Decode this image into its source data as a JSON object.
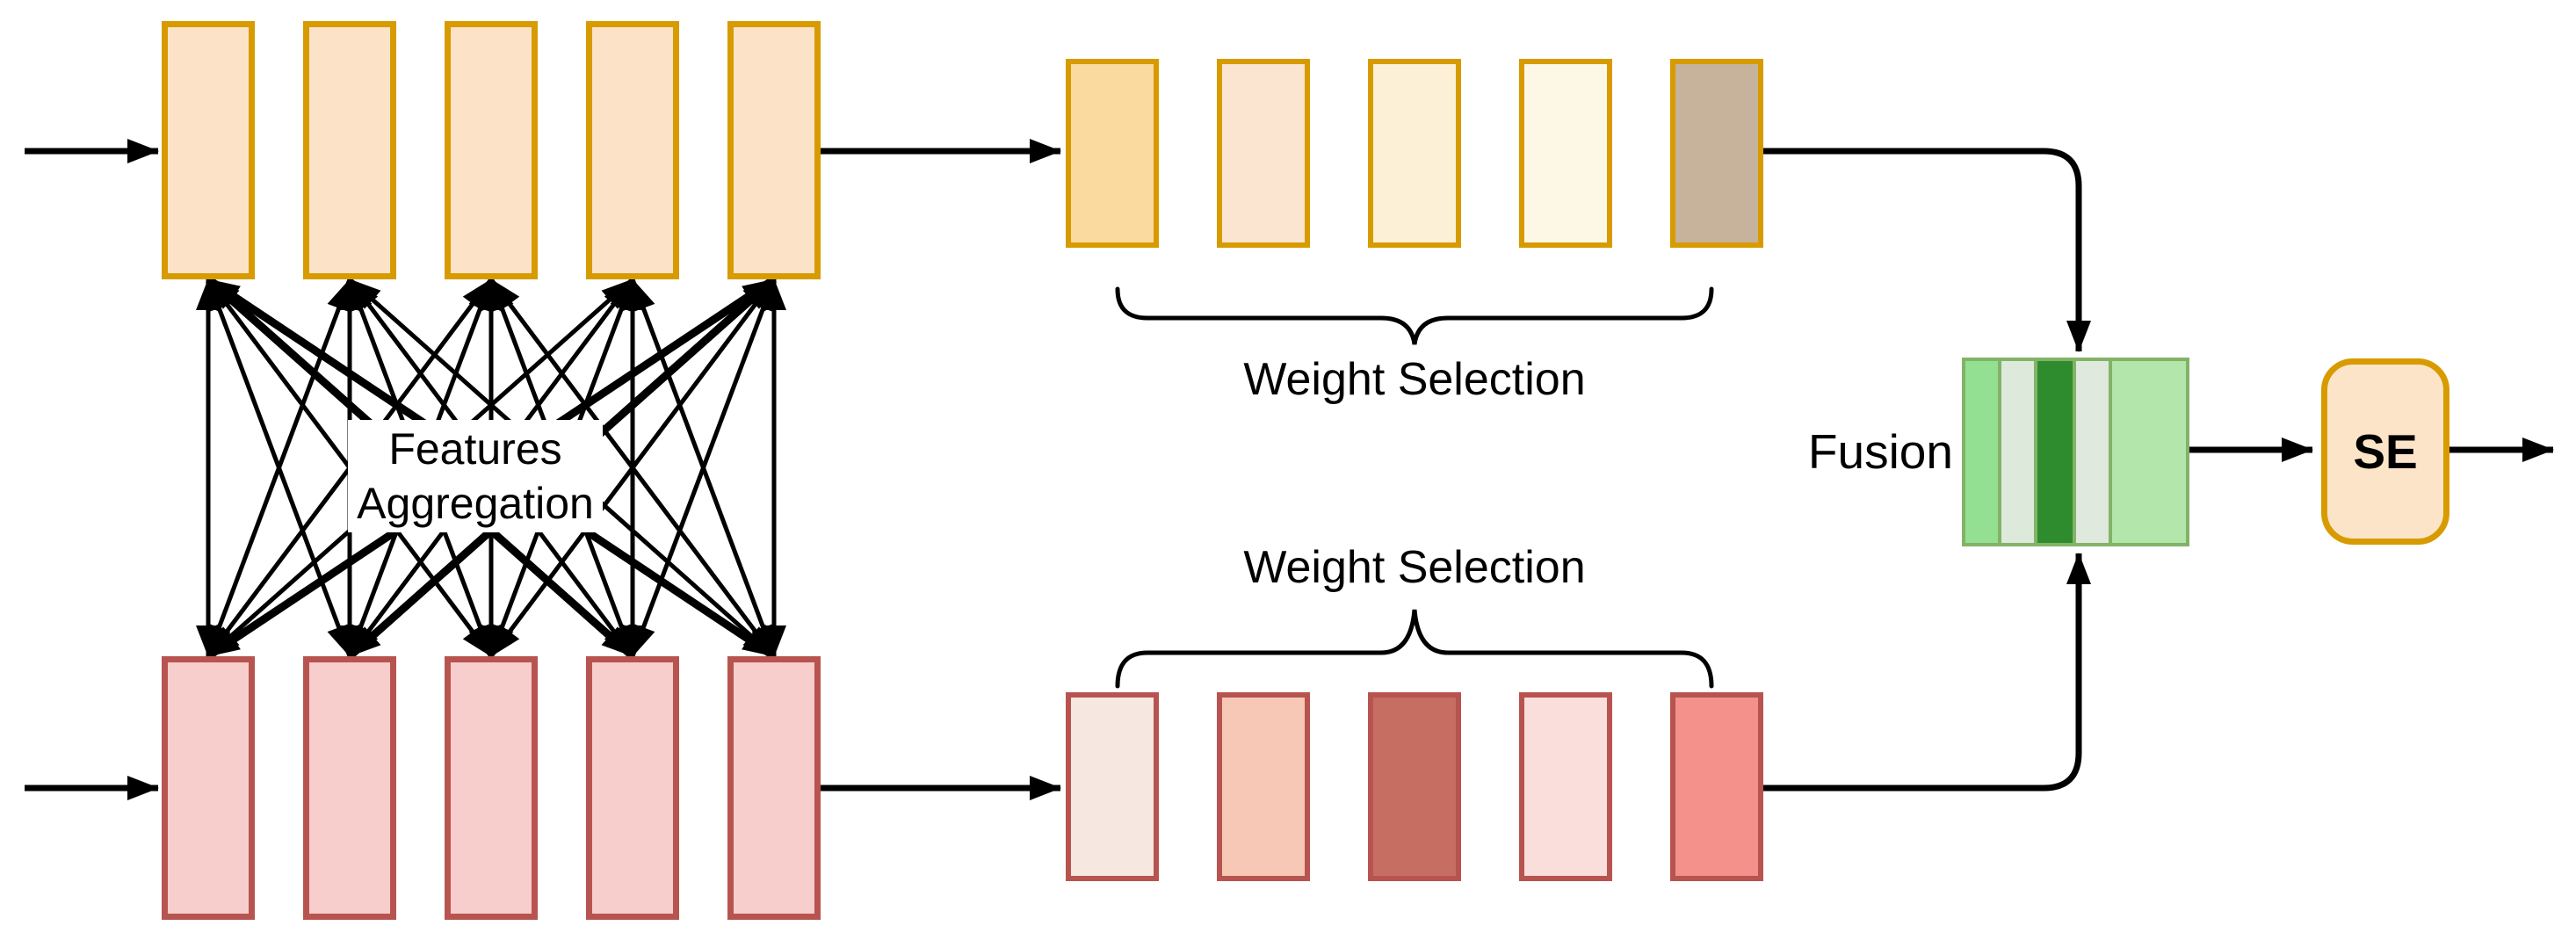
{
  "diagram": {
    "title_labels": {
      "features_aggregation_line1": "Features",
      "features_aggregation_line2": "Aggregation",
      "weight_selection_top": "Weight Selection",
      "weight_selection_bottom": "Weight Selection",
      "fusion": "Fusion",
      "se": "SE"
    },
    "top_feature_stack": {
      "count": 5,
      "fill": "#FCE3C8",
      "border": "#D79B00"
    },
    "bottom_feature_stack": {
      "count": 5,
      "fill": "#F7CECB",
      "border": "#B85450"
    },
    "weight_selection_top_stack": {
      "border": "#D79B00",
      "fills": [
        "#FBDA9F",
        "#FBE5D1",
        "#FCF0D6",
        "#FDF7E6",
        "#C7B29B"
      ]
    },
    "weight_selection_bottom_stack": {
      "border": "#B85450",
      "fills": [
        "#F6E8E1",
        "#F6C8B5",
        "#C66E62",
        "#F9DEDC",
        "#F5918B"
      ]
    },
    "fusion_block": {
      "border": "#82B366",
      "stripe_fills": [
        "#94E093",
        "#DDE9DB",
        "#2E8C2E",
        "#DFE9DE",
        "#B3E6AB"
      ]
    },
    "se_block": {
      "fill": "#FCE4C9",
      "border": "#D79B00"
    },
    "line_color": "#000000",
    "aggregation": {
      "type": "complete-bipartite",
      "top_nodes": 5,
      "bottom_nodes": 5,
      "double_headed": true
    }
  }
}
